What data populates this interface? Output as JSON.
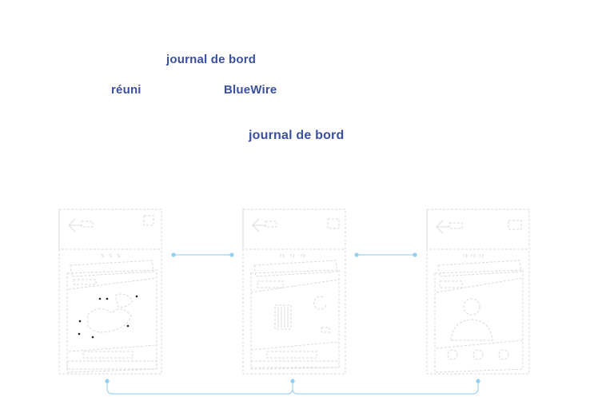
{
  "annotations": {
    "journal_top": "journal de bord",
    "reuni": "réuni",
    "bluewire": "BlueWire",
    "journal_bottom": "journal de bord"
  },
  "colors": {
    "label_text": "#3a4fa0",
    "connector": "#9fd3ef",
    "sketch_stroke": "#d9d9d9"
  },
  "screens": [
    {
      "icon": "map-network-icon"
    },
    {
      "icon": "barcode-image-icon"
    },
    {
      "icon": "user-avatar-icon"
    }
  ]
}
